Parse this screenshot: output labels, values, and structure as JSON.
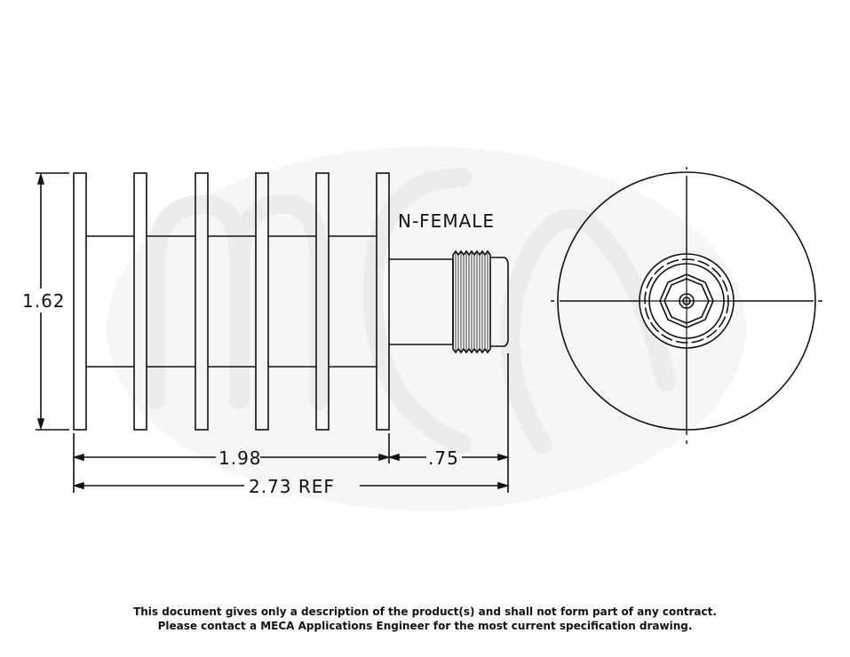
{
  "drawing": {
    "connector_label": "N-FEMALE",
    "dimensions": {
      "height": "1.62",
      "body_length": "1.98",
      "connector_length": ".75",
      "overall_length": "2.73 REF"
    },
    "watermark": "MECA",
    "line_color": "#111111",
    "watermark_color": "#ececec"
  },
  "disclaimer": {
    "line1": "This document gives only a description of the product(s) and shall not form part of any contract.",
    "line2": "Please contact a MECA Applications Engineer for the most current specification drawing."
  }
}
